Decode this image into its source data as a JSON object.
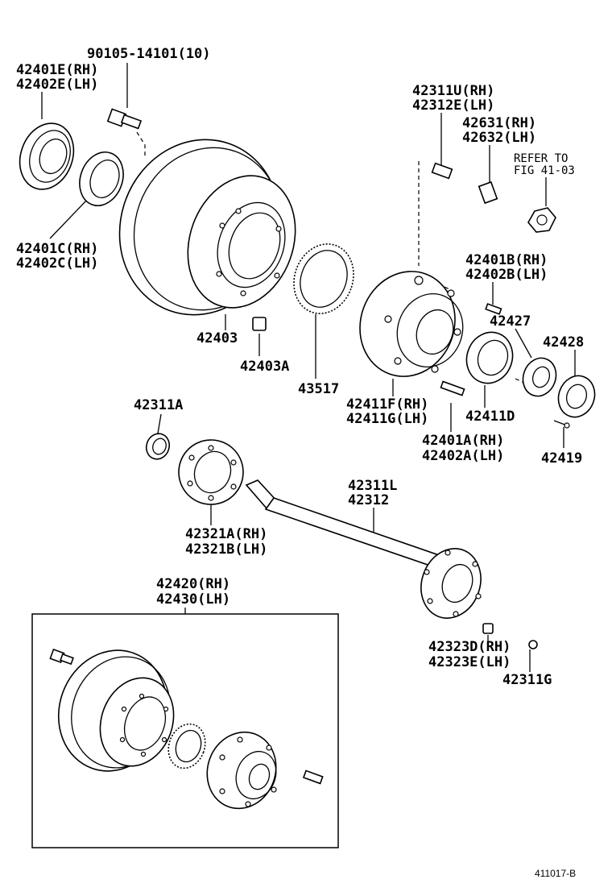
{
  "labels": {
    "bolt_main": "90105-14101(10)",
    "seal_rh": "42401E(RH)",
    "seal_lh": "42402E(LH)",
    "stud_rh": "42311U(RH)",
    "stud_lh": "42312E(LH)",
    "stud2_rh": "42631(RH)",
    "stud2_lh": "42632(LH)",
    "refer_line1": "REFER TO",
    "refer_line2": "FIG 41-03",
    "bearing_c_rh": "42401C(RH)",
    "bearing_c_lh": "42402C(LH)",
    "pin_b_rh": "42401B(RH)",
    "pin_b_lh": "42402B(LH)",
    "drum": "42403",
    "clip": "42403A",
    "rotor": "43517",
    "nut_427": "42427",
    "washer_428": "42428",
    "hub_rh": "42411F(RH)",
    "hub_lh": "42411G(LH)",
    "bearing_d": "42411D",
    "stud_a_rh": "42401A(RH)",
    "stud_a_lh": "42402A(LH)",
    "screw_419": "42419",
    "bearing_a": "42311A",
    "shaft_1": "42311L",
    "shaft_2": "42312",
    "gasket_rh": "42321A(RH)",
    "gasket_lh": "42321B(LH)",
    "assy_rh": "42420(RH)",
    "assy_lh": "42430(LH)",
    "nut_d_rh": "42323D(RH)",
    "nut_d_lh": "42323E(LH)",
    "bolt_g": "42311G",
    "figure_code": "411017-B"
  }
}
